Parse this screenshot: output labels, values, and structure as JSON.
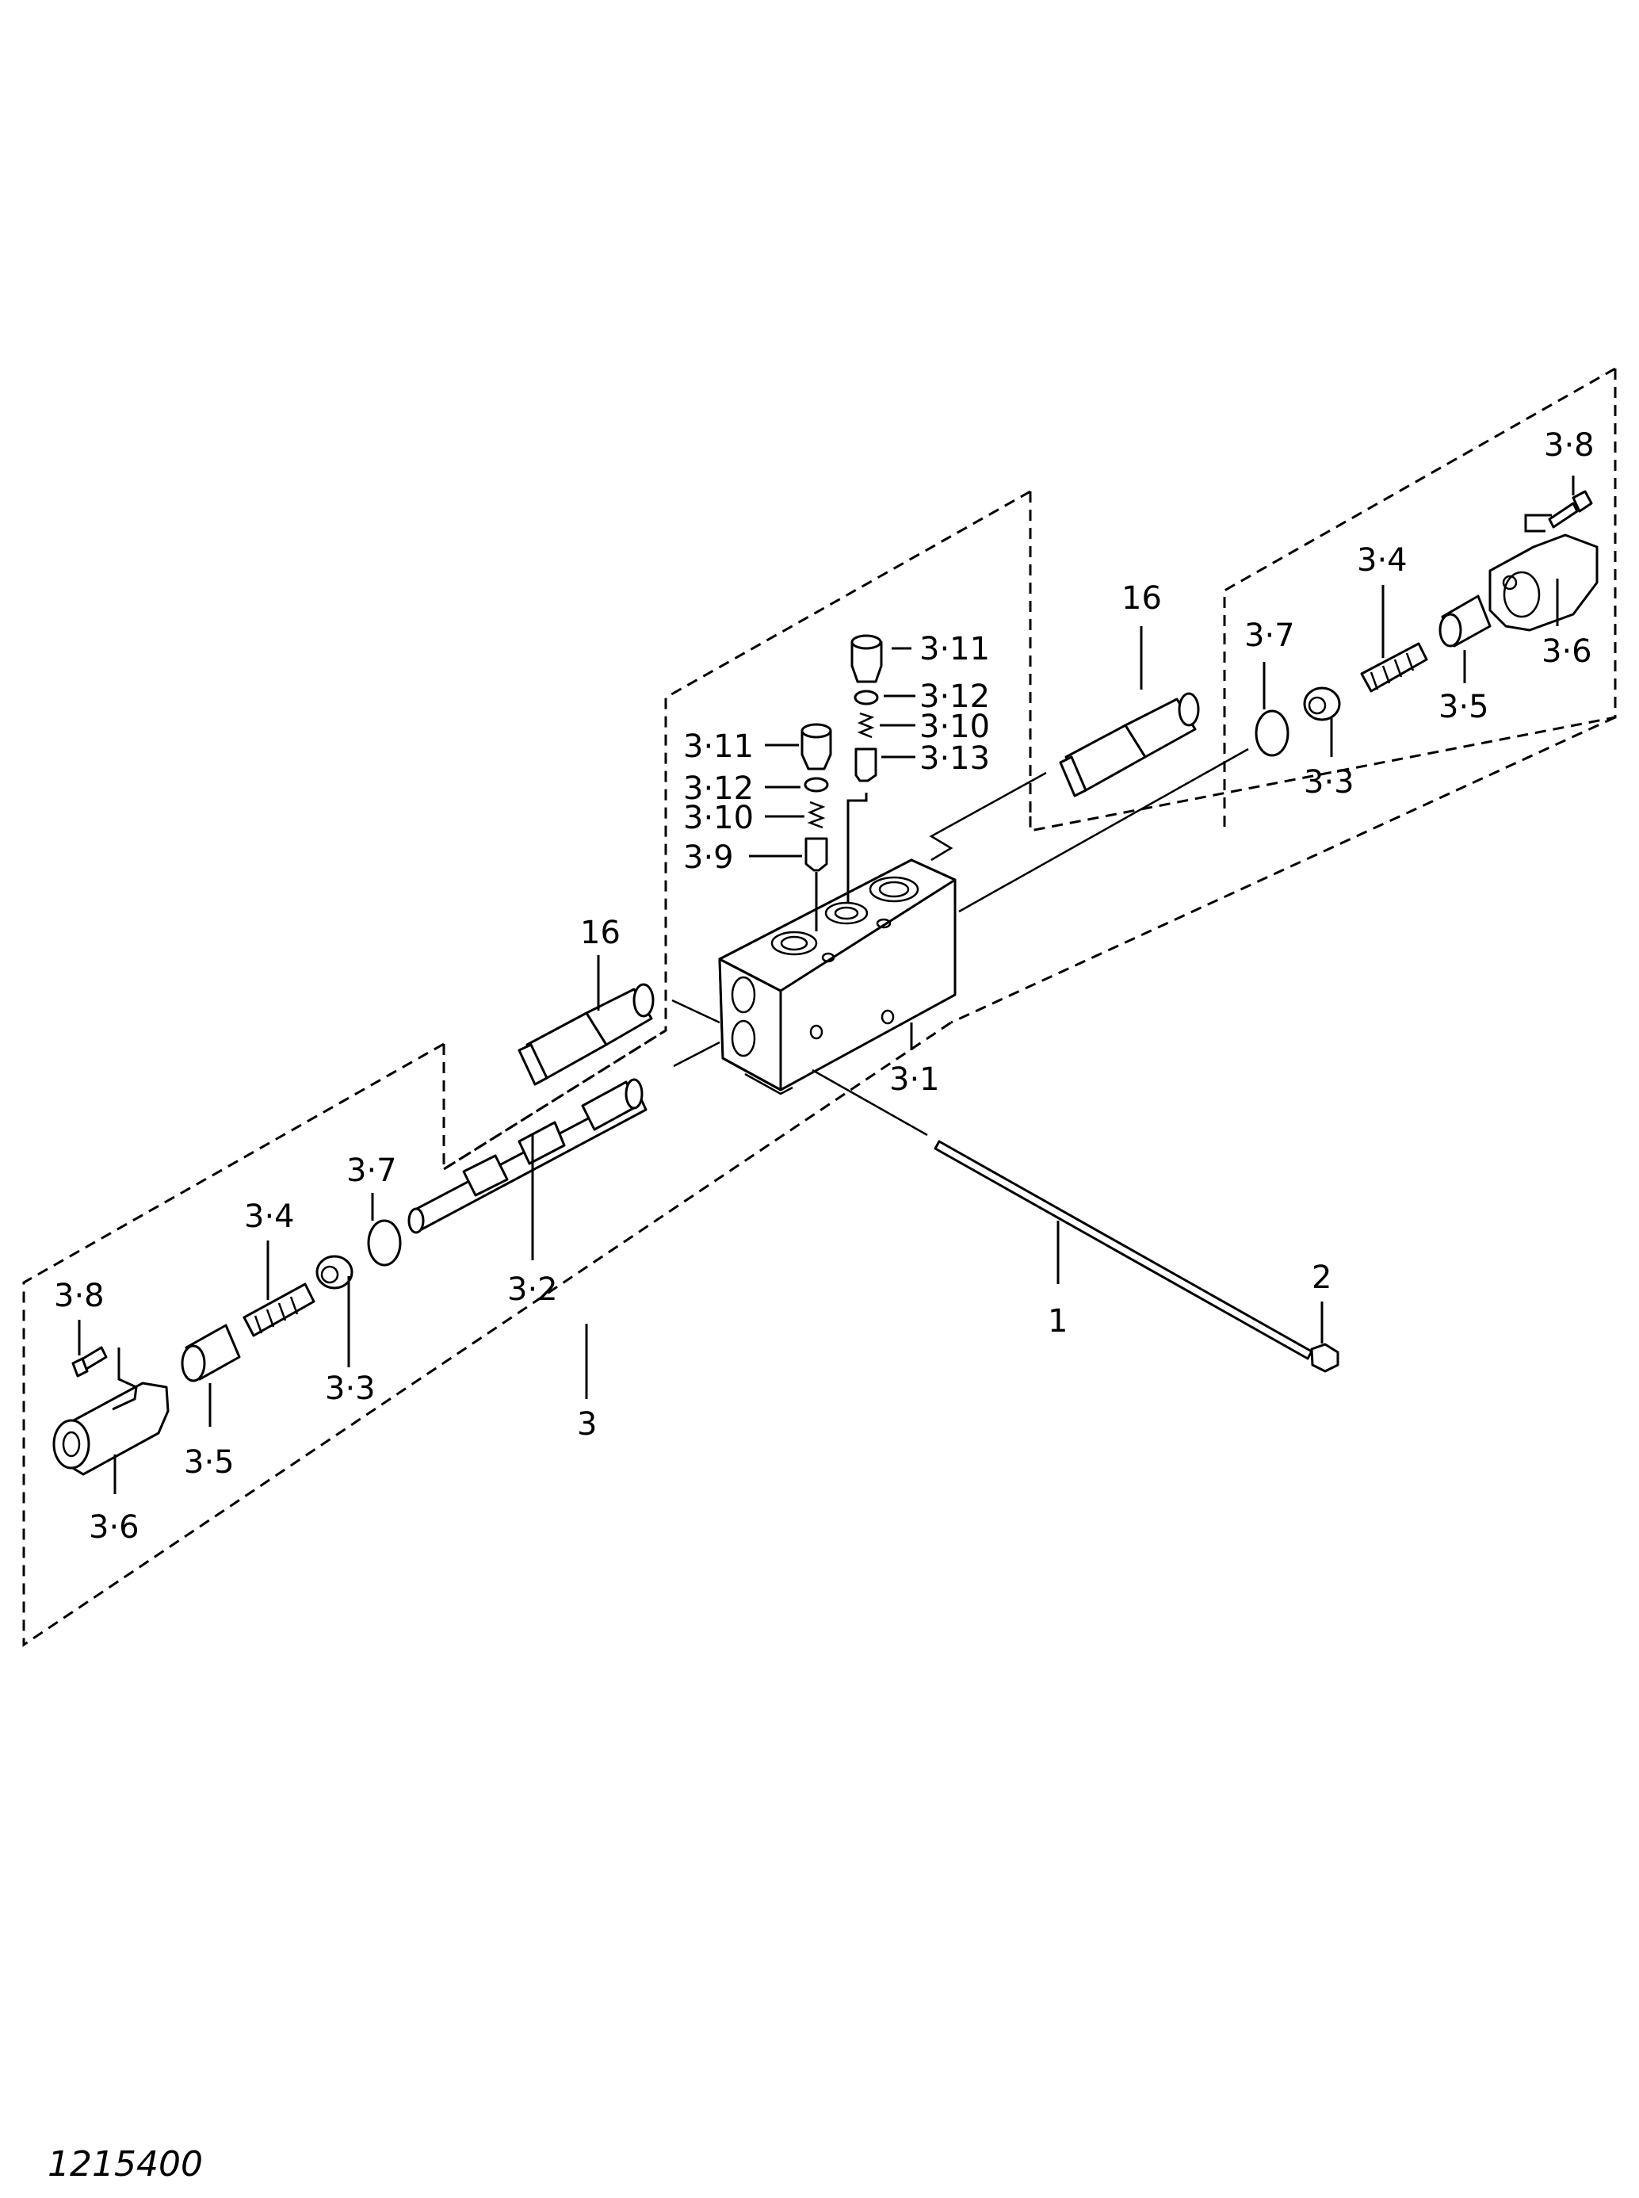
{
  "drawing": {
    "number": "1215400",
    "colors": {
      "line": "#000000",
      "background": "#ffffff"
    }
  },
  "callouts": {
    "c1": "1",
    "c2": "2",
    "c3": "3",
    "c3_1": "3·1",
    "c3_2": "3·2",
    "c3_3_left": "3·3",
    "c3_3_right": "3·3",
    "c3_4_left": "3·4",
    "c3_4_right": "3·4",
    "c3_5_left": "3·5",
    "c3_5_right": "3·5",
    "c3_6_left": "3·6",
    "c3_6_right": "3·6",
    "c3_7_left": "3·7",
    "c3_7_right": "3·7",
    "c3_8_left": "3·8",
    "c3_8_right": "3·8",
    "c3_9": "3·9",
    "c3_10_left": "3·10",
    "c3_10_right": "3·10",
    "c3_11_left": "3·11",
    "c3_11_right": "3·11",
    "c3_12_left": "3·12",
    "c3_12_right": "3·12",
    "c3_13": "3·13",
    "c16_left": "16",
    "c16_right": "16"
  }
}
